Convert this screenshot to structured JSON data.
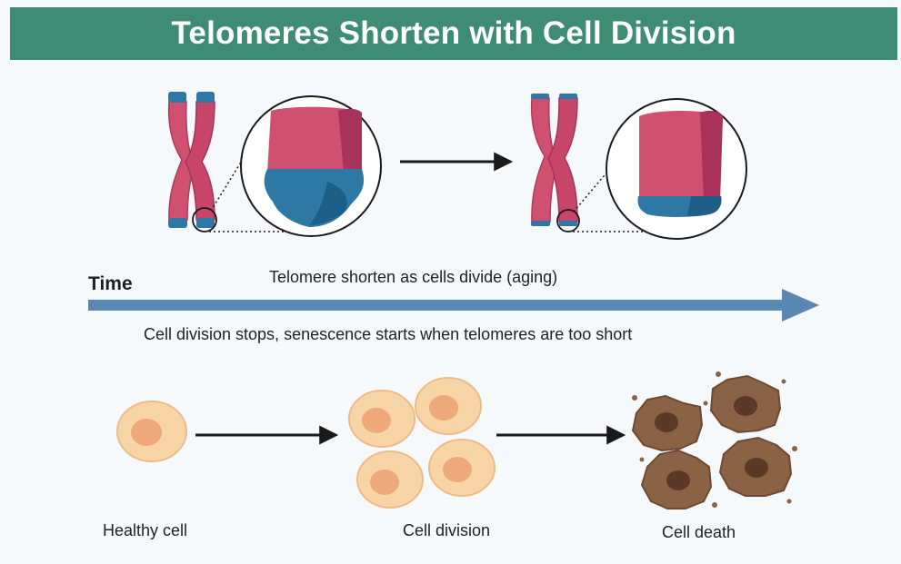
{
  "title": "Telomeres Shorten with Cell Division",
  "timeline": {
    "axis_label": "Time",
    "top_caption": "Telomere shorten as cells divide (aging)",
    "bottom_caption": "Cell division stops, senescence starts when telomeres are too short"
  },
  "cell_stages": [
    {
      "label": "Healthy cell"
    },
    {
      "label": "Cell division"
    },
    {
      "label": "Cell death"
    }
  ],
  "colors": {
    "title_bar": "#3f8c74",
    "chromosome": "#d0506f",
    "chromosome_shadow": "#a8325a",
    "telomere": "#2e78a6",
    "telomere_dark": "#1d5f88",
    "time_arrow": "#5b87b3",
    "healthy_cell": "#f8d5a7",
    "nucleus": "#efa97b",
    "dead_cell": "#8a6246",
    "dead_nucleus": "#5a3a26"
  },
  "icons": [
    "chromosome-long-telomere-icon",
    "chromosome-short-telomere-icon",
    "magnified-long-telomere-icon",
    "magnified-short-telomere-icon",
    "healthy-cell-icon",
    "dividing-cell-icon",
    "dead-cell-icon"
  ]
}
